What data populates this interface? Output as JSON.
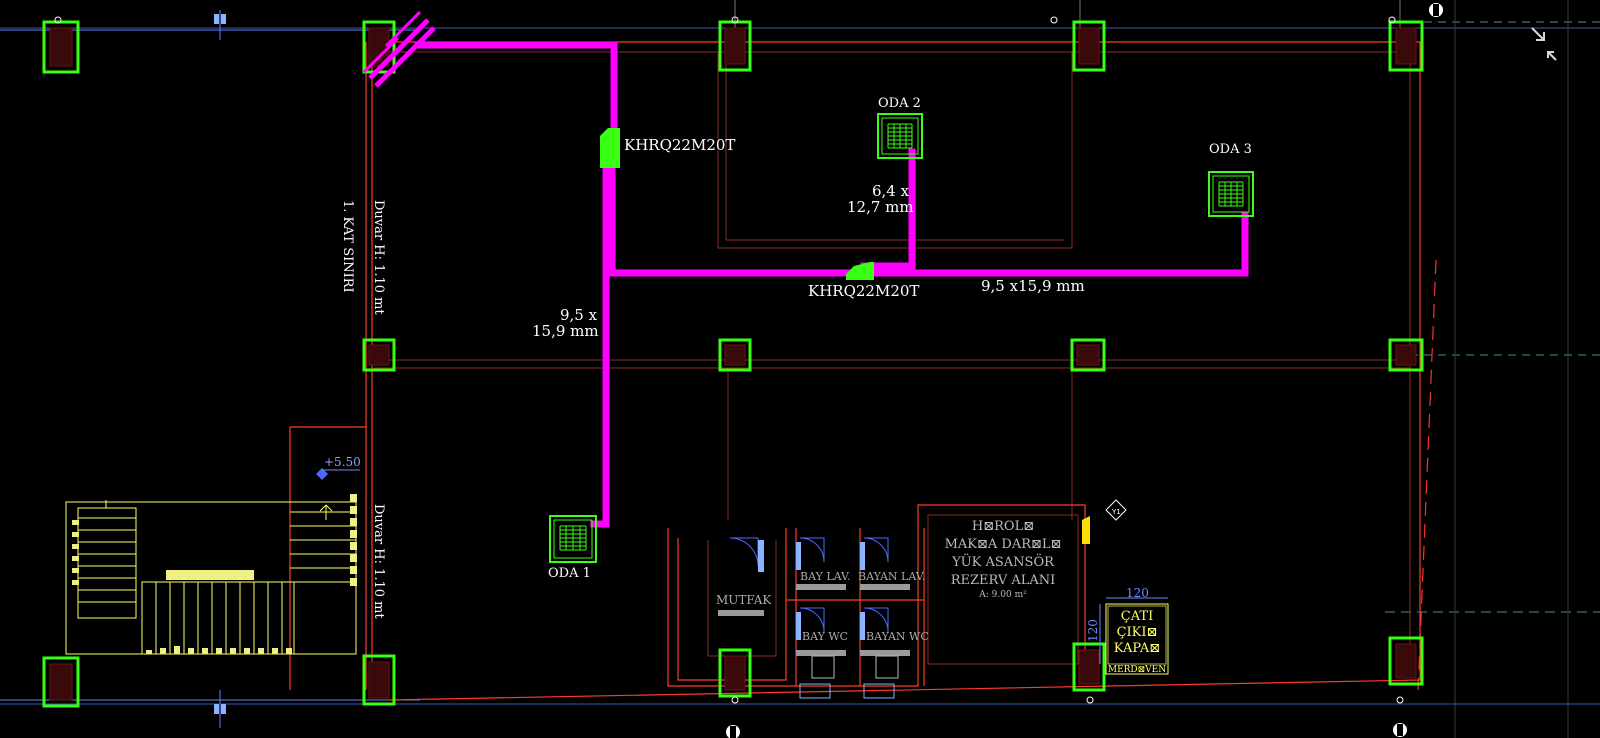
{
  "labels": {
    "unit_top": "KHRQ22M20T",
    "unit_mid": "KHRQ22M20T",
    "pipe_small_a": "6,4 x",
    "pipe_small_b": "12,7 mm",
    "pipe_main_h": "9,5 x15,9 mm",
    "pipe_main_v_a": "9,5 x",
    "pipe_main_v_b": "15,9 mm",
    "room1": "ODA 1",
    "room2": "ODA 2",
    "room3": "ODA 3",
    "floor_limit": "1. KAT SINIRI",
    "wall_height_top": "Duvar H: 1.10 mt",
    "wall_height_bottom": "Duvar H: 1.10 mt",
    "level": "+5.50",
    "kitchen": "MUTFAK",
    "wc_men_lav": "BAY LAV.",
    "wc_women_lav": "BAYAN LAV.",
    "wc_men": "BAY WC",
    "wc_women": "BAYAN WC",
    "elevator_l1": "H⊠ROL⊠",
    "elevator_l2": "MAK⊠A DAR⊠L⊠",
    "elevator_l3": "YÜK ASANSÖR",
    "elevator_l4": "REZERV ALANI",
    "elevator_area": "A: 9.00 m²",
    "roof_dim_w": "120",
    "roof_dim_h": "120",
    "roof_l1": "ÇATI",
    "roof_l2": "ÇIKI⊠",
    "roof_l3": "KAPA⊠",
    "roof_l4": "MERD⊠VEN",
    "axis_tag": "Y1"
  },
  "colors": {
    "background": "#000000",
    "pipe": "#ff00ff",
    "column": "#39ff14",
    "wall": "#ff3a2a",
    "stair": "#ffff66",
    "text": "#ffffff"
  },
  "icons": {
    "viewport_toggle": "collapse-arrows-icon"
  }
}
